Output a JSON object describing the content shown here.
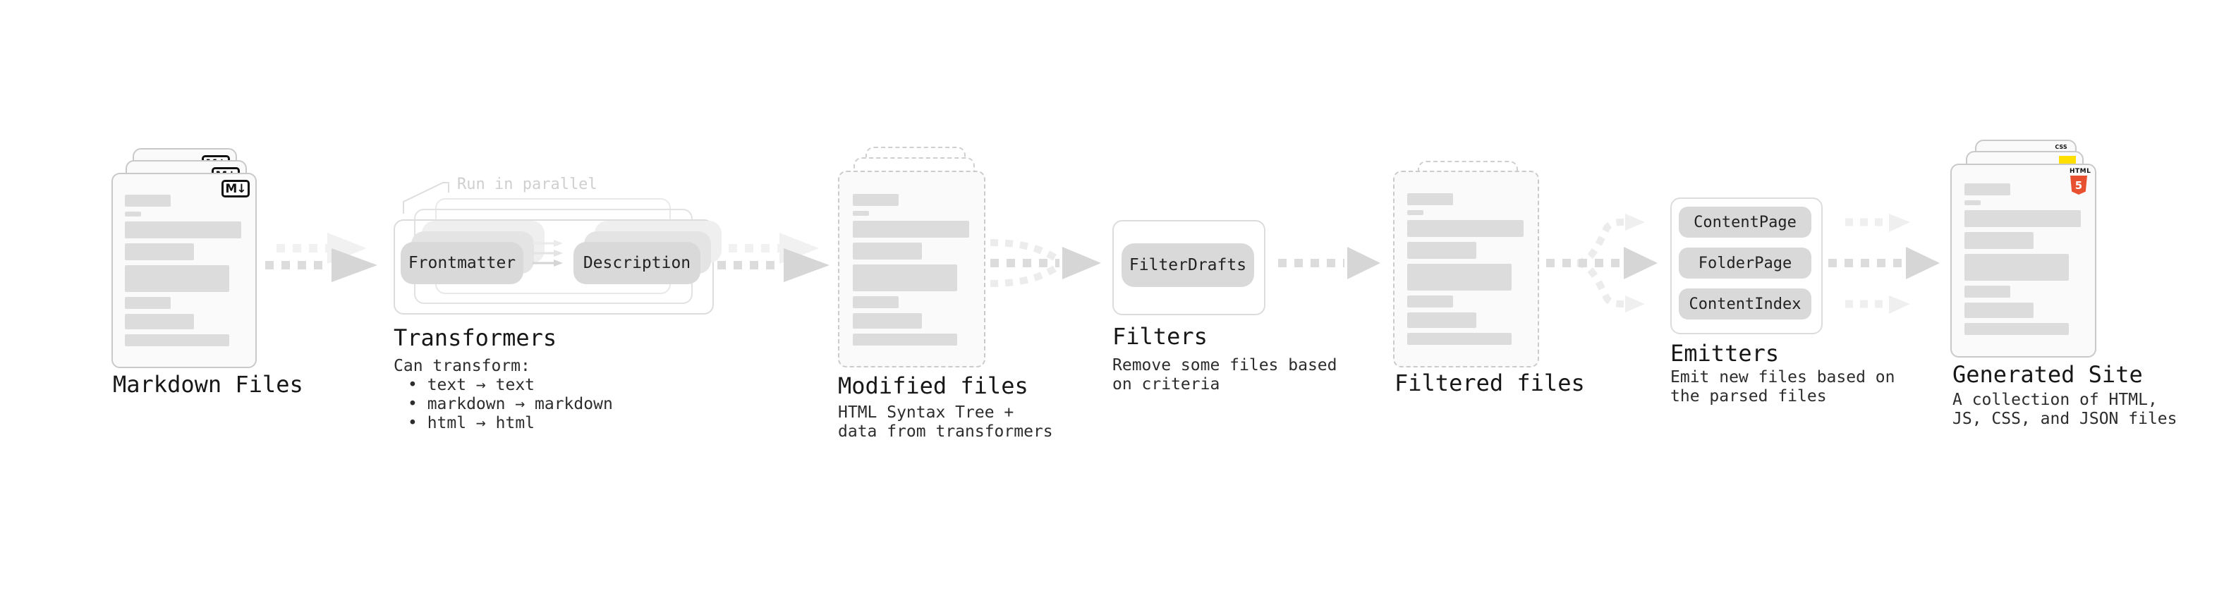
{
  "diagram": {
    "markdown": {
      "label": "Markdown Files",
      "badge": "M↓"
    },
    "transformers": {
      "annotation": "Run in parallel",
      "pill_left": "Frontmatter",
      "pill_right": "Description",
      "title": "Transformers",
      "desc_heading": "Can transform:",
      "bullets": [
        "• text → text",
        "• markdown → markdown",
        "• html → html"
      ]
    },
    "modified": {
      "title": "Modified files",
      "desc_line1": "HTML Syntax Tree +",
      "desc_line2": "data from transformers"
    },
    "filters": {
      "pill": "FilterDrafts",
      "title": "Filters",
      "desc_line1": "Remove some files based",
      "desc_line2": "on criteria"
    },
    "filtered": {
      "title": "Filtered files"
    },
    "emitters": {
      "pills": [
        "ContentPage",
        "FolderPage",
        "ContentIndex"
      ],
      "title": "Emitters",
      "desc_line1": "Emit new files based on",
      "desc_line2": "the parsed files"
    },
    "generated": {
      "title": "Generated Site",
      "desc_line1": "A collection of HTML,",
      "desc_line2": "JS, CSS, and JSON files",
      "badge_html_word": "HTML",
      "badge_html_number": "5",
      "badge_css": "CSS"
    },
    "colors": {
      "html_orange": "#e8512f",
      "js_yellow": "#ffdf00",
      "css_blue": "#2f6df6"
    }
  }
}
